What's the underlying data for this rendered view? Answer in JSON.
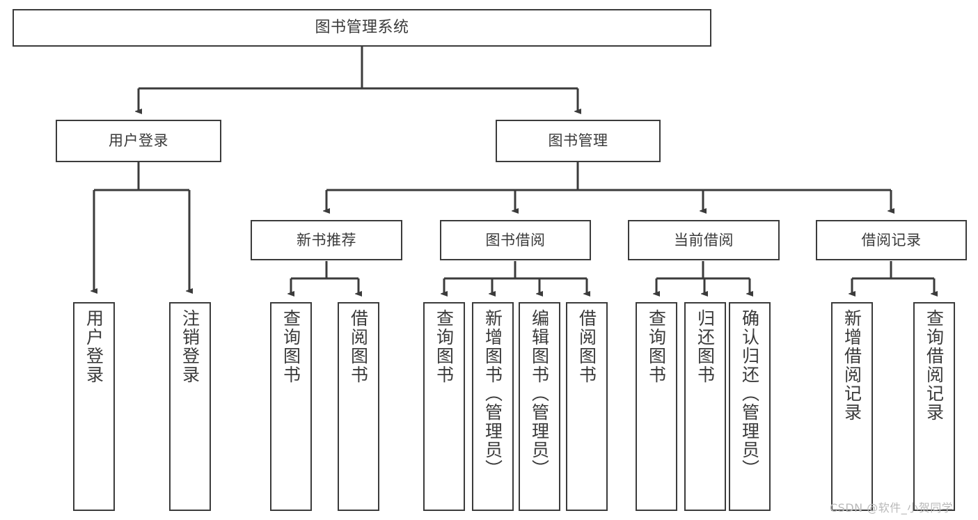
{
  "diagram": {
    "type": "tree-hierarchy",
    "title": "图书管理系统",
    "watermark": "CSDN @软件_小贺同学",
    "colors": {
      "box_border": "#3b3b3b",
      "box_fill": "#ffffff",
      "edge": "#3b3b3b",
      "text": "#3a3a3a",
      "watermark": "#b9b9b9",
      "background": "#ffffff"
    },
    "nodes": {
      "root": {
        "label": "图书管理系统"
      },
      "level2": [
        {
          "id": "user-login",
          "label": "用户登录"
        },
        {
          "id": "book-manage",
          "label": "图书管理"
        }
      ],
      "level3": [
        {
          "id": "new-book-recommend",
          "label": "新书推荐"
        },
        {
          "id": "book-borrow",
          "label": "图书借阅"
        },
        {
          "id": "current-borrow",
          "label": "当前借阅"
        },
        {
          "id": "borrow-record",
          "label": "借阅记录"
        }
      ],
      "leaves": [
        {
          "id": "leaf-user-login",
          "label": "用户登录",
          "parent": "user-login"
        },
        {
          "id": "leaf-logout-login",
          "label": "注销登录",
          "parent": "user-login"
        },
        {
          "id": "leaf-query-book-1",
          "label": "查询图书",
          "parent": "new-book-recommend"
        },
        {
          "id": "leaf-borrow-book-1",
          "label": "借阅图书",
          "parent": "new-book-recommend"
        },
        {
          "id": "leaf-query-book-2",
          "label": "查询图书",
          "parent": "book-borrow"
        },
        {
          "id": "leaf-add-book",
          "label": "新增图书（管理员）",
          "parent": "book-borrow"
        },
        {
          "id": "leaf-edit-book",
          "label": "编辑图书（管理员）",
          "parent": "book-borrow"
        },
        {
          "id": "leaf-borrow-book-2",
          "label": "借阅图书",
          "parent": "book-borrow"
        },
        {
          "id": "leaf-query-book-3",
          "label": "查询图书",
          "parent": "current-borrow"
        },
        {
          "id": "leaf-return-book",
          "label": "归还图书",
          "parent": "current-borrow"
        },
        {
          "id": "leaf-confirm-return",
          "label": "确认归还（管理员）",
          "parent": "current-borrow"
        },
        {
          "id": "leaf-add-record",
          "label": "新增借阅记录",
          "parent": "borrow-record"
        },
        {
          "id": "leaf-query-record",
          "label": "查询借阅记录",
          "parent": "borrow-record"
        }
      ]
    }
  }
}
